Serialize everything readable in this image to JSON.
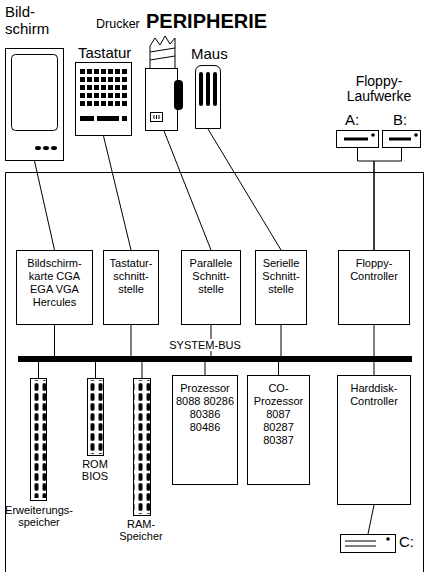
{
  "diagram": {
    "title": "PERIPHERIE",
    "nodes": [
      {
        "text": [
          "Bild- schirm"
        ]
      },
      {
        "text": [
          "Tastatur"
        ]
      },
      {
        "text": [
          "Drucker"
        ]
      },
      {
        "text": [
          "Maus"
        ]
      },
      {
        "text": [
          "A:"
        ]
      },
      {
        "text": [
          "B:"
        ]
      },
      {
        "text": [
          "Bildschirm- karte CGA EGA VGA Hercules"
        ]
      },
      {
        "text": [
          "Tastatur- schnitt- stelle"
        ]
      },
      {
        "text": [
          "Parallele Schnitt- stelle"
        ]
      },
      {
        "text": [
          "Serielle Schnitt- stelle"
        ]
      },
      {
        "text": [
          "Floppy- Controller"
        ]
      },
      {
        "text": [
          "SYSTEM-BUS"
        ]
      },
      {
        "text": [
          "Erweiterungs- speicher"
        ]
      },
      {
        "text": [
          "ROM BIOS"
        ]
      },
      {
        "text": [
          "RAM- Speicher"
        ]
      },
      {
        "text": [
          "Prozessor 8088 80286 80386 80486"
        ]
      },
      {
        "text": [
          "CO- Prozessor 8087 80287 80387"
        ]
      },
      {
        "text": [
          "Harddisk- Controller"
        ]
      },
      {
        "text": [
          "C:"
        ]
      }
    ],
    "edges": [
      {
        "from": 0,
        "to": 6,
        "arrow": "none"
      },
      {
        "from": 1,
        "to": 7,
        "arrow": "none"
      },
      {
        "from": 2,
        "to": 8,
        "arrow": "none"
      },
      {
        "from": 3,
        "to": 9,
        "arrow": "none"
      },
      {
        "from": 4,
        "to": 10,
        "arrow": "none"
      },
      {
        "from": 5,
        "to": 10,
        "arrow": "none"
      },
      {
        "from": 6,
        "to": 11,
        "arrow": "none"
      },
      {
        "from": 7,
        "to": 11,
        "arrow": "none"
      },
      {
        "from": 8,
        "to": 11,
        "arrow": "none"
      },
      {
        "from": 9,
        "to": 11,
        "arrow": "none"
      },
      {
        "from": 10,
        "to": 11,
        "arrow": "none"
      },
      {
        "from": 11,
        "to": 12,
        "arrow": "none"
      },
      {
        "from": 11,
        "to": 13,
        "arrow": "none"
      },
      {
        "from": 11,
        "to": 14,
        "arrow": "none"
      },
      {
        "from": 11,
        "to": 15,
        "arrow": "none"
      },
      {
        "from": 11,
        "to": 16,
        "arrow": "none"
      },
      {
        "from": 11,
        "to": 17,
        "arrow": "none"
      },
      {
        "from": 17,
        "to": 18,
        "arrow": "none"
      }
    ],
    "labels": [
      "Floppy- Laufwerke"
    ]
  }
}
